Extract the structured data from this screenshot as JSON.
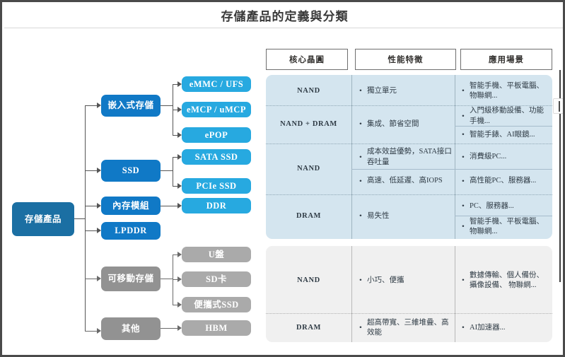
{
  "title": "存儲產品的定義與分類",
  "flowchart": {
    "root": {
      "label": "存儲產品"
    },
    "branches": [
      {
        "label": "嵌入式存儲",
        "tone": "blue",
        "children": [
          {
            "label": "eMMC / UFS"
          },
          {
            "label": "eMCP / uMCP"
          },
          {
            "label": "ePOP"
          }
        ]
      },
      {
        "label": "SSD",
        "tone": "blue",
        "children": [
          {
            "label": "SATA SSD"
          },
          {
            "label": "PCIe SSD"
          }
        ]
      },
      {
        "label": "內存模組",
        "tone": "blue",
        "children": [
          {
            "label": "DDR"
          }
        ]
      },
      {
        "label": "LPDDR",
        "tone": "blue",
        "children": []
      },
      {
        "label": "可移動存儲",
        "tone": "gray",
        "children": [
          {
            "label": "U盤"
          },
          {
            "label": "SD卡"
          },
          {
            "label": "便攜式SSD"
          }
        ]
      },
      {
        "label": "其他",
        "tone": "gray",
        "children": [
          {
            "label": "HBM"
          }
        ]
      }
    ]
  },
  "table": {
    "headers": [
      {
        "label": "核心晶圓"
      },
      {
        "label": "性能特徵"
      },
      {
        "label": "應用場景"
      }
    ],
    "rows": [
      {
        "chip": "NAND",
        "features": [
          "獨立單元"
        ],
        "applications": [
          "智能手機、平板電腦、物聯網..."
        ]
      },
      {
        "chip": "NAND + DRAM",
        "features": [
          "集成、節省空間"
        ],
        "applications": [
          "入門級移動設備、功能手機...",
          "智能手錶、AI眼鏡..."
        ]
      },
      {
        "chip": "NAND",
        "features": [
          "成本效益優勢，SATA接口吞吐量",
          "高速、低延遲、高IOPS"
        ],
        "applications": [
          "消費級PC...",
          "高性能PC、服務器..."
        ]
      },
      {
        "chip": "DRAM",
        "features": [
          "易失性"
        ],
        "applications": [
          "PC、服務器...",
          "智能手機、平板電腦、物聯網..."
        ]
      },
      {
        "chip": "NAND",
        "features": [
          "小巧、便攜"
        ],
        "applications": [
          "數據傳輸、個人備份、攝像設備、 物聯網..."
        ]
      },
      {
        "chip": "DRAM",
        "features": [
          "超高帶寬、三維堆疊、高效能"
        ],
        "applications": [
          "AI加速器..."
        ]
      }
    ]
  },
  "colors": {
    "root_node": "#1b6fa3",
    "level2_node": "#1079c6",
    "level3_node": "#27a9e0",
    "gray_level2_node": "#929292",
    "gray_level3_node": "#aaaaaa",
    "table_blue_panel": "#d4e5ef",
    "table_gray_panel": "#f0f0f0",
    "page_border": "#4a4a4a"
  }
}
